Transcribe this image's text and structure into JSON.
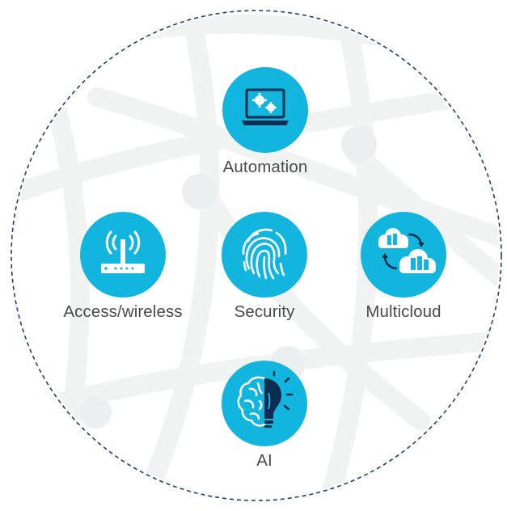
{
  "diagram": {
    "accent_color": "#11b5de",
    "ring_color": "#1f3f6b",
    "nodes": [
      {
        "id": "automation",
        "label": "Automation",
        "icon": "laptop-gears-icon"
      },
      {
        "id": "access",
        "label": "Access/wireless",
        "icon": "wireless-router-icon"
      },
      {
        "id": "security",
        "label": "Security",
        "icon": "fingerprint-icon"
      },
      {
        "id": "multicloud",
        "label": "Multicloud",
        "icon": "cloud-sync-icon"
      },
      {
        "id": "ai",
        "label": "AI",
        "icon": "brain-lightbulb-icon"
      }
    ]
  }
}
